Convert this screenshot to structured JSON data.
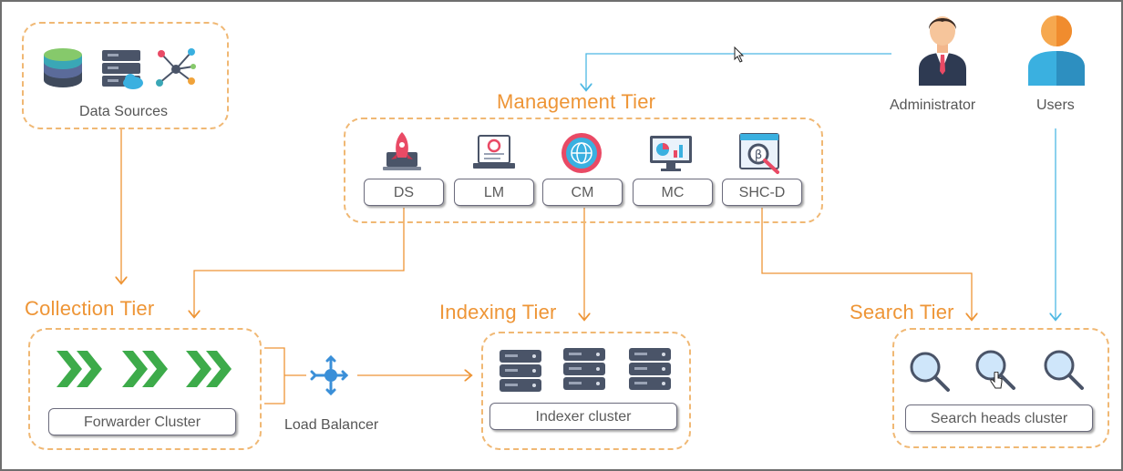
{
  "sources": {
    "label": "Data Sources",
    "icons": [
      "database-icon",
      "cloud-server-icon",
      "network-nodes-icon"
    ]
  },
  "management": {
    "title": "Management Tier",
    "components": [
      {
        "label": "DS",
        "icon": "rocket-laptop-icon"
      },
      {
        "label": "LM",
        "icon": "license-page-icon"
      },
      {
        "label": "CM",
        "icon": "globe-gear-icon"
      },
      {
        "label": "MC",
        "icon": "monitor-chart-icon"
      },
      {
        "label": "SHC-D",
        "icon": "search-window-icon"
      }
    ]
  },
  "actors": {
    "admin": "Administrator",
    "users": "Users"
  },
  "collection": {
    "title": "Collection Tier",
    "cluster": "Forwarder Cluster"
  },
  "load_balancer": {
    "label": "Load Balancer"
  },
  "indexing": {
    "title": "Indexing Tier",
    "cluster": "Indexer cluster"
  },
  "search": {
    "title": "Search Tier",
    "cluster": "Search heads cluster"
  },
  "colors": {
    "orange": "#ee9536",
    "blue": "#4db8e3",
    "green": "#3dab4a",
    "server": "#4a5468"
  }
}
